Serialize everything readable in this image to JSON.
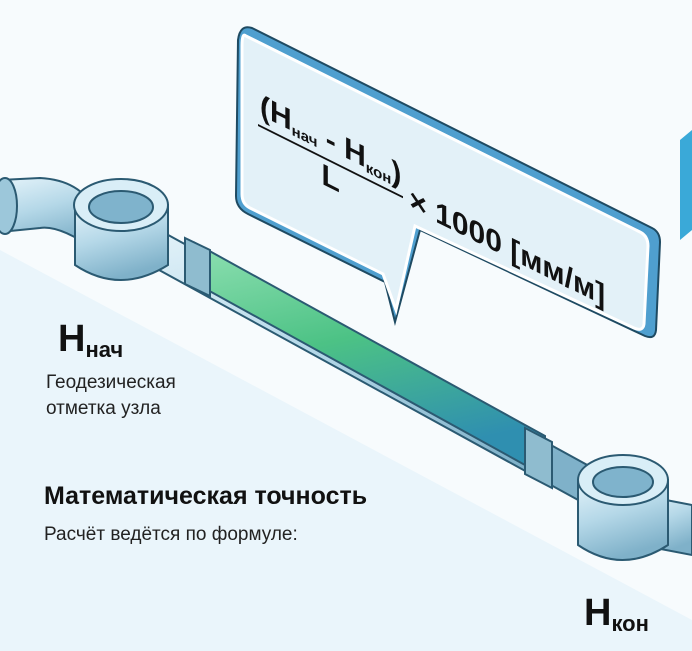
{
  "formula": {
    "open_paren": "(",
    "h": "H",
    "start_sub": "нач",
    "minus": " - ",
    "end_sub": "кон",
    "close_paren": ")",
    "denominator": "L",
    "multiplier": "× 1000 [мм/м]"
  },
  "start_node": {
    "symbol": "H",
    "sub": "нач",
    "description_line1": "Геодезическая",
    "description_line2": "отметка узла"
  },
  "end_node": {
    "symbol": "H",
    "sub": "кон"
  },
  "section": {
    "title": "Математическая точность",
    "text": "Расчёт ведётся по формуле:"
  },
  "colors": {
    "pipe": "#b9dbe9",
    "pipe_dark": "#7fb3cc",
    "green": "#4cc285",
    "box_border": "#4f9fcf",
    "box_fill": "#e3f1f8"
  }
}
